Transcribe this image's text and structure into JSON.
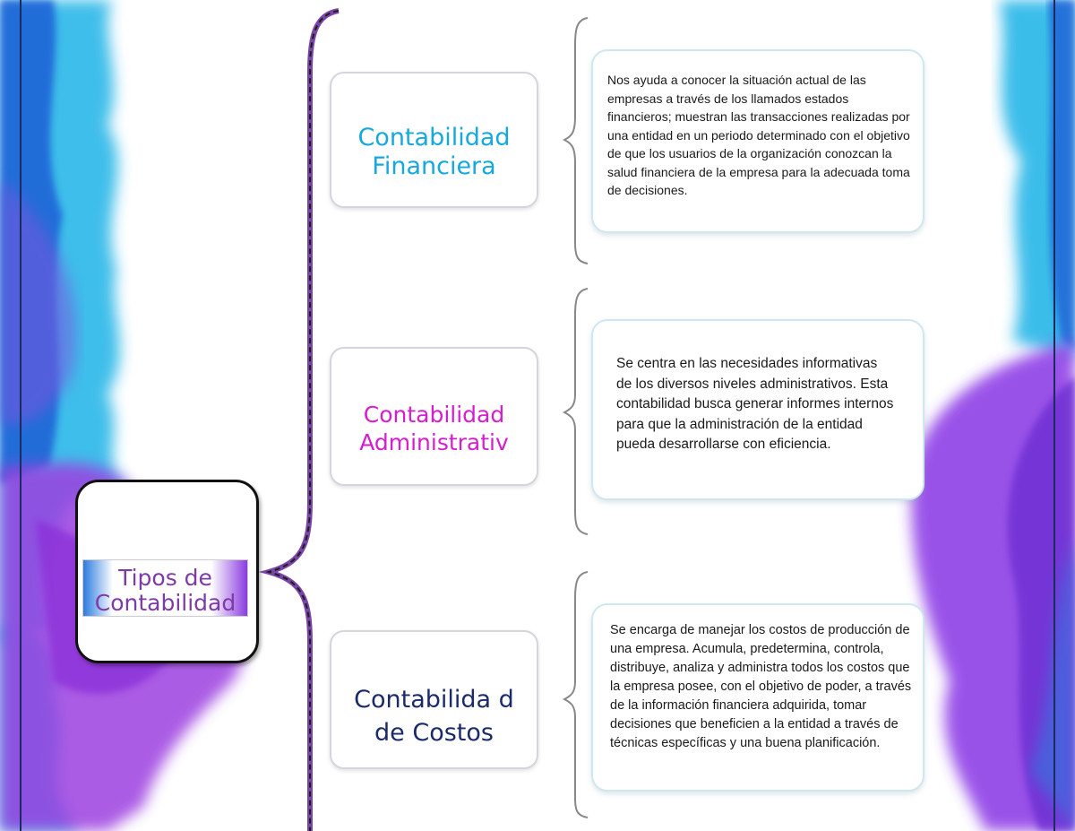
{
  "colors": {
    "financiera": "#16a8de",
    "administrativa": "#d61ed0",
    "costos": "#1a2a6a",
    "root": "#7e3aa8",
    "brace": "#7a45a8"
  },
  "root": {
    "label": "Tipos de Contabilidad"
  },
  "branches": [
    {
      "title": "Contabilidad Financiera",
      "description": "Nos ayuda a conocer la situación actual de las empresas a través de los llamados estados financieros; muestran las transacciones realizadas por una entidad en un periodo determinado con el objetivo de que los usuarios de la organización conozcan la salud financiera de la empresa para la adecuada toma de decisiones."
    },
    {
      "title": "Contabilidad Administrativ",
      "description": "Se centra en las necesidades informativas de los diversos niveles administrativos. Esta contabilidad busca generar informes internos para que la administración de la entidad pueda desarrollarse con eficiencia."
    },
    {
      "title": "Contabilida d de Costos",
      "description": "Se encarga de manejar los costos de producción de una empresa. Acumula, predetermina, controla, distribuye, analiza y administra todos los costos que la empresa posee, con el objetivo de poder, a través de la información financiera adquirida, tomar decisiones que beneficien a la entidad a través de técnicas específicas y una buena planificación."
    }
  ]
}
